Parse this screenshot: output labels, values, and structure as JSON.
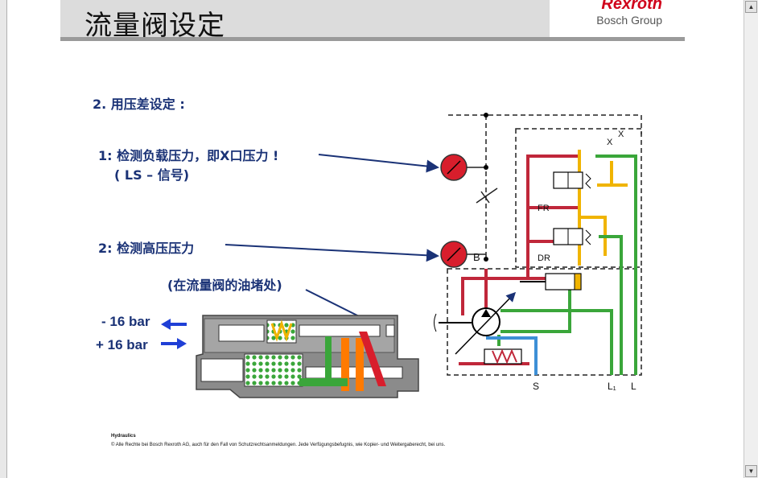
{
  "slide": {
    "title": "流量阀设定",
    "brand": {
      "name": "Rexroth",
      "group": "Bosch Group"
    },
    "heading": "2. 用压差设定 :",
    "item1_line1": "1: 检测负载压力，即X口压力 !",
    "item1_line2": "( LS – 信号)",
    "item2": "2: 检测高压压力",
    "item3": "(在流量阀的油堵处)",
    "pressure_minus": "- 16 bar",
    "pressure_plus": "+ 16 bar",
    "footer_line1": "Hydraulics",
    "footer_line2": "© Alle Rechte bei Bosch Rexroth AG, auch für den Fall von Schutzrechtsanmeldungen. Jede Verfügungsbefugnis, wie Kopier- und Weitergaberecht, bei uns."
  },
  "diagram": {
    "labels": {
      "x1": "X",
      "x2": "X",
      "fr": "FR",
      "dr": "DR",
      "b": "B",
      "s": "S",
      "l1": "L₁",
      "l": "L"
    }
  },
  "colors": {
    "brand": "#d0021b",
    "text": "#1a3276",
    "red_line": "#c0273a",
    "yellow_line": "#f0b400",
    "green_line": "#3aa63a",
    "blue_line": "#3d8fd6",
    "arrow_blue": "#1f3fd6",
    "cut_orange": "#ff7a00"
  }
}
